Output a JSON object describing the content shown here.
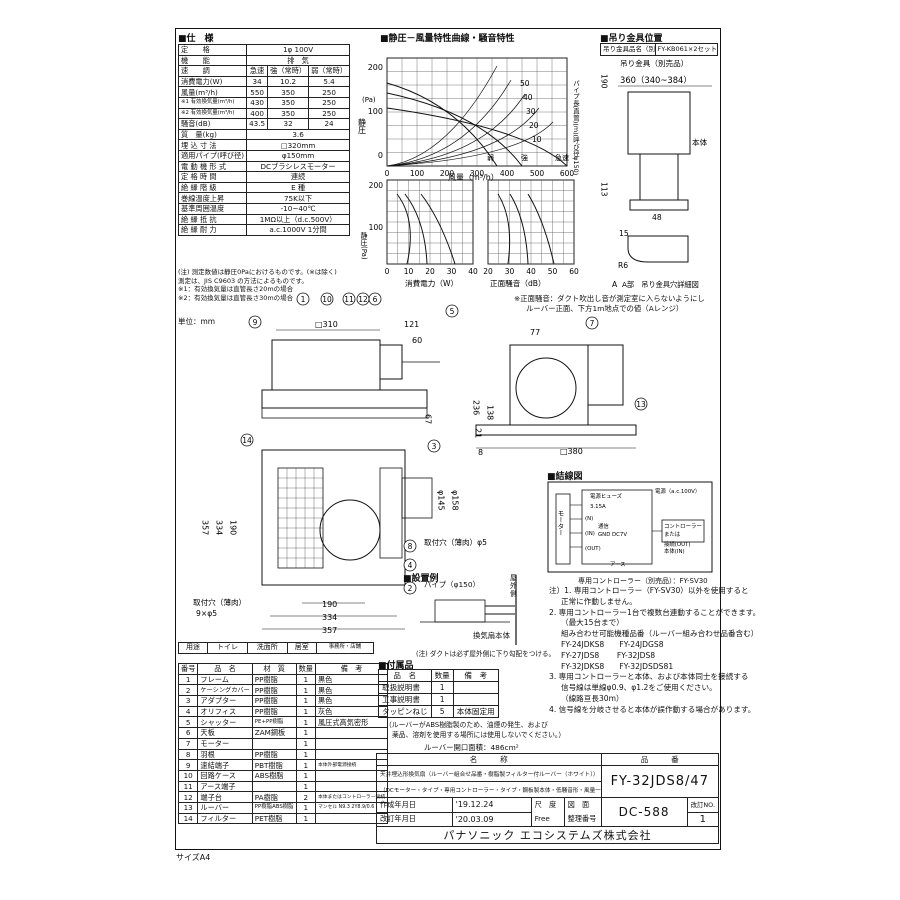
{
  "spec": {
    "title": "■仕　様",
    "rows": [
      [
        "定　　格",
        "1φ 100V",
        "",
        ""
      ],
      [
        "機　　能",
        "排　気",
        "",
        ""
      ],
      [
        "速　　調",
        "急速",
        "強（常時）",
        "弱（常時）"
      ],
      [
        "消費電力(W)",
        "34",
        "10.2",
        "5.4"
      ],
      [
        "風量(m³/h)",
        "550",
        "350",
        "250"
      ],
      [
        "※1 有効換気量(m³/h)",
        "430",
        "350",
        "250"
      ],
      [
        "※2 有効換気量(m³/h)",
        "400",
        "350",
        "250"
      ],
      [
        "騒音(dB)",
        "43.5",
        "32",
        "24"
      ],
      [
        "質　量(kg)",
        "3.6",
        "",
        ""
      ],
      [
        "埋 込 寸 法",
        "□320mm",
        "",
        ""
      ],
      [
        "適用パイプ(呼び径)",
        "φ150mm",
        "",
        ""
      ],
      [
        "電 動 機 形 式",
        "DCブラシレスモーター",
        "",
        ""
      ],
      [
        "定 格 時 間",
        "連続",
        "",
        ""
      ],
      [
        "絶 縁 階 級",
        "E 種",
        "",
        ""
      ],
      [
        "巻線温度上昇",
        "75K以下",
        "",
        ""
      ],
      [
        "基準周囲温度",
        "-10~40℃",
        "",
        ""
      ],
      [
        "絶 縁 抵 抗",
        "1MΩ以上（d.c.500V）",
        "",
        ""
      ],
      [
        "絶 縁 耐 力",
        "a.c.1000V 1分間",
        "",
        ""
      ]
    ],
    "footnotes": [
      "(注) 測定数値は静圧0Paにおけるものです。(※は除く)",
      "測定は、JIS C9603 の方法によるものです。",
      "※1：有効換気量は直管長さ20mの場合",
      "※2：有効換気量は直管長さ30mの場合"
    ],
    "unit": "単位：mm"
  },
  "chart_section": {
    "title": "■静圧－風量特性曲線・騒音特性",
    "top": {
      "ylabel": "静圧",
      "yunit": "(Pa)",
      "xlabel": "風量（m³/h）",
      "yticks": [
        "200",
        "100",
        "0"
      ],
      "xticks": [
        "0",
        "100",
        "200",
        "300",
        "400",
        "500",
        "600"
      ],
      "right_label": "パイプ長(直管)(m)(呼び径φ150)",
      "pipe_labels": [
        "50",
        "40",
        "30",
        "20",
        "10"
      ],
      "mode_labels": [
        "弱",
        "強",
        "急速"
      ]
    },
    "left": {
      "xlabel": "消費電力（W）",
      "xticks": [
        "0",
        "10",
        "20",
        "30",
        "40"
      ],
      "yticks": [
        "200",
        "100"
      ],
      "ylabel": "静圧(Pa)"
    },
    "right": {
      "xlabel": "正面騒音（dB）",
      "xticks": [
        "20",
        "30",
        "40",
        "50",
        "60"
      ]
    },
    "note": "※正面騒音：ダクト吹出し音が測定室に入らないようにし",
    "note2": "ルーバー正面、下方1m地点での値（Aレンジ）"
  },
  "hanger": {
    "title": "■吊り金具位置",
    "header_left": "吊り金具品名（別売品）",
    "header_right": "FY-KB061×2セット",
    "label_hanger": "吊り金具（別売品）",
    "dim_360": "360（340~384）",
    "dim_190": "190",
    "dim_113": "113",
    "dim_48": "48",
    "dim_15": "15",
    "dim_R6": "R6",
    "dim_A": "A",
    "label_body": "本体",
    "caption": "A部　吊り金具穴詳細図"
  },
  "drawing": {
    "dims": [
      "□310",
      "121",
      "60",
      "236",
      "138",
      "67",
      "21",
      "8",
      "□380",
      "77",
      "190",
      "334",
      "357",
      "φ145",
      "φ158",
      "190",
      "334",
      "357"
    ],
    "callouts": [
      "1",
      "10",
      "11",
      "12",
      "6",
      "9",
      "5",
      "7",
      "13",
      "14",
      "3",
      "8",
      "4",
      "2"
    ],
    "hole_note": "取付穴（薄肉）φ5",
    "hole_note2": "取付穴（薄肉）",
    "hole_note3": "9×φ5",
    "install_title": "■設置例",
    "install_pipe": "パイプ（φ150）",
    "install_body": "換気扇本体",
    "install_wall": "屋外側",
    "install_note": "(注) ダクトは必ず屋外側に下り勾配をつける。"
  },
  "wiring": {
    "title": "■結線図",
    "labels": [
      "電源ヒューズ",
      "電源（a.c.100V）",
      "3.15A",
      "(N)",
      "(IN)",
      "(OUT)",
      "通信",
      "GND",
      "DC7V",
      "コントローラー",
      "または",
      "接続(OUT)",
      "本体(IN)",
      "アース",
      "モーター"
    ],
    "controller": "専用コントローラー（別売品）：FY-SV30"
  },
  "notes": [
    "注）1. 専用コントローラー（FY-SV30）以外を使用すると",
    "正常に作動しません。",
    "2. 専用コントローラー1台で複数台連動することができます。",
    "（最大15台まで）",
    "組み合わせ可能機種品番（ルーバー組み合わせ品番含む）",
    "FY-24JDKS8　　FY-24JDGS8",
    "FY-27JDS8　　 FY-32JDS8",
    "FY-32JDKS8　　FY-32JDSDS81",
    "3. 専用コントローラーと本体、および本体同士を接続する",
    "信号線は単線φ0.9、φ1.2をご使用ください。",
    "（線路亘長30m）",
    "4. 信号線を分岐させると本体が誤作動する場合があります。"
  ],
  "usage": {
    "headers": [
      "用途",
      "トイレ",
      "洗面所",
      "居室",
      "事務所・店舗"
    ]
  },
  "parts": {
    "headers": [
      "番号",
      "品　名",
      "材　質",
      "数量",
      "備　考"
    ],
    "rows": [
      [
        "1",
        "フレーム",
        "PP樹脂",
        "1",
        "黒色"
      ],
      [
        "2",
        "ケーシングカバー",
        "PP樹脂",
        "1",
        "黒色"
      ],
      [
        "3",
        "アダプター",
        "PP樹脂",
        "1",
        "黒色"
      ],
      [
        "4",
        "オリフィス",
        "PP樹脂",
        "1",
        "灰色"
      ],
      [
        "5",
        "シャッター",
        "PE+PP樹脂",
        "1",
        "風圧式高気密形"
      ],
      [
        "6",
        "天板",
        "ZAM鋼板",
        "1",
        ""
      ],
      [
        "7",
        "モーター",
        "",
        "1",
        ""
      ],
      [
        "8",
        "羽根",
        "PP樹脂",
        "1",
        ""
      ],
      [
        "9",
        "速結端子",
        "PBT樹脂",
        "1",
        "本体外部電源接続"
      ],
      [
        "10",
        "回路ケース",
        "ABS樹脂",
        "1",
        ""
      ],
      [
        "11",
        "アース端子",
        "",
        "1",
        ""
      ],
      [
        "12",
        "端子台",
        "PA樹脂",
        "2",
        "本体またはコントローラー接続"
      ],
      [
        "13",
        "ルーバー",
        "PP樹脂ABS樹脂",
        "1",
        "マンセル N9.3 2Y8.9/0.6"
      ],
      [
        "14",
        "フィルター",
        "PET樹脂",
        "1",
        ""
      ]
    ]
  },
  "accessories": {
    "title": "■付属品",
    "headers": [
      "品　名",
      "数量",
      "備　考"
    ],
    "rows": [
      [
        "取扱説明書",
        "1",
        ""
      ],
      [
        "工事説明書",
        "1",
        ""
      ],
      [
        "タッピンねじ",
        "5",
        "本体固定用"
      ]
    ],
    "note1": "（ルーバーがABS樹脂製のため、油煙の発生、および",
    "note2": "薬品、溶剤を使用する場所には使用しないでください。）",
    "louver": "ルーバー開口面積：486cm²"
  },
  "titleblock": {
    "name_label": "名　　　称",
    "name1": "天井埋込形換気扇（ルーバー組合せ品番・樹脂製フィルター付ルーバー（ホワイト））",
    "name2": "（DCモーター・タイプ・専用コントローラー・タイプ・鋼板製本体・低騒音形・風量一定制御）",
    "hinban_label": "品　　　番",
    "hinban": "FY-32JDS8/47",
    "created_label": "作成年月日",
    "created": "'19.12.24",
    "revised_label": "改訂年月日",
    "revised": "'20.03.09",
    "scale_label": "尺　度",
    "scale": "Free",
    "drawing_label": "図　面",
    "drawing_label2": "整理番号",
    "drawing_no": "DC-588",
    "rev_label": "改訂NO.",
    "rev": "1",
    "company": "パナソニック エコシステムズ株式会社"
  },
  "size": "サイズA4"
}
